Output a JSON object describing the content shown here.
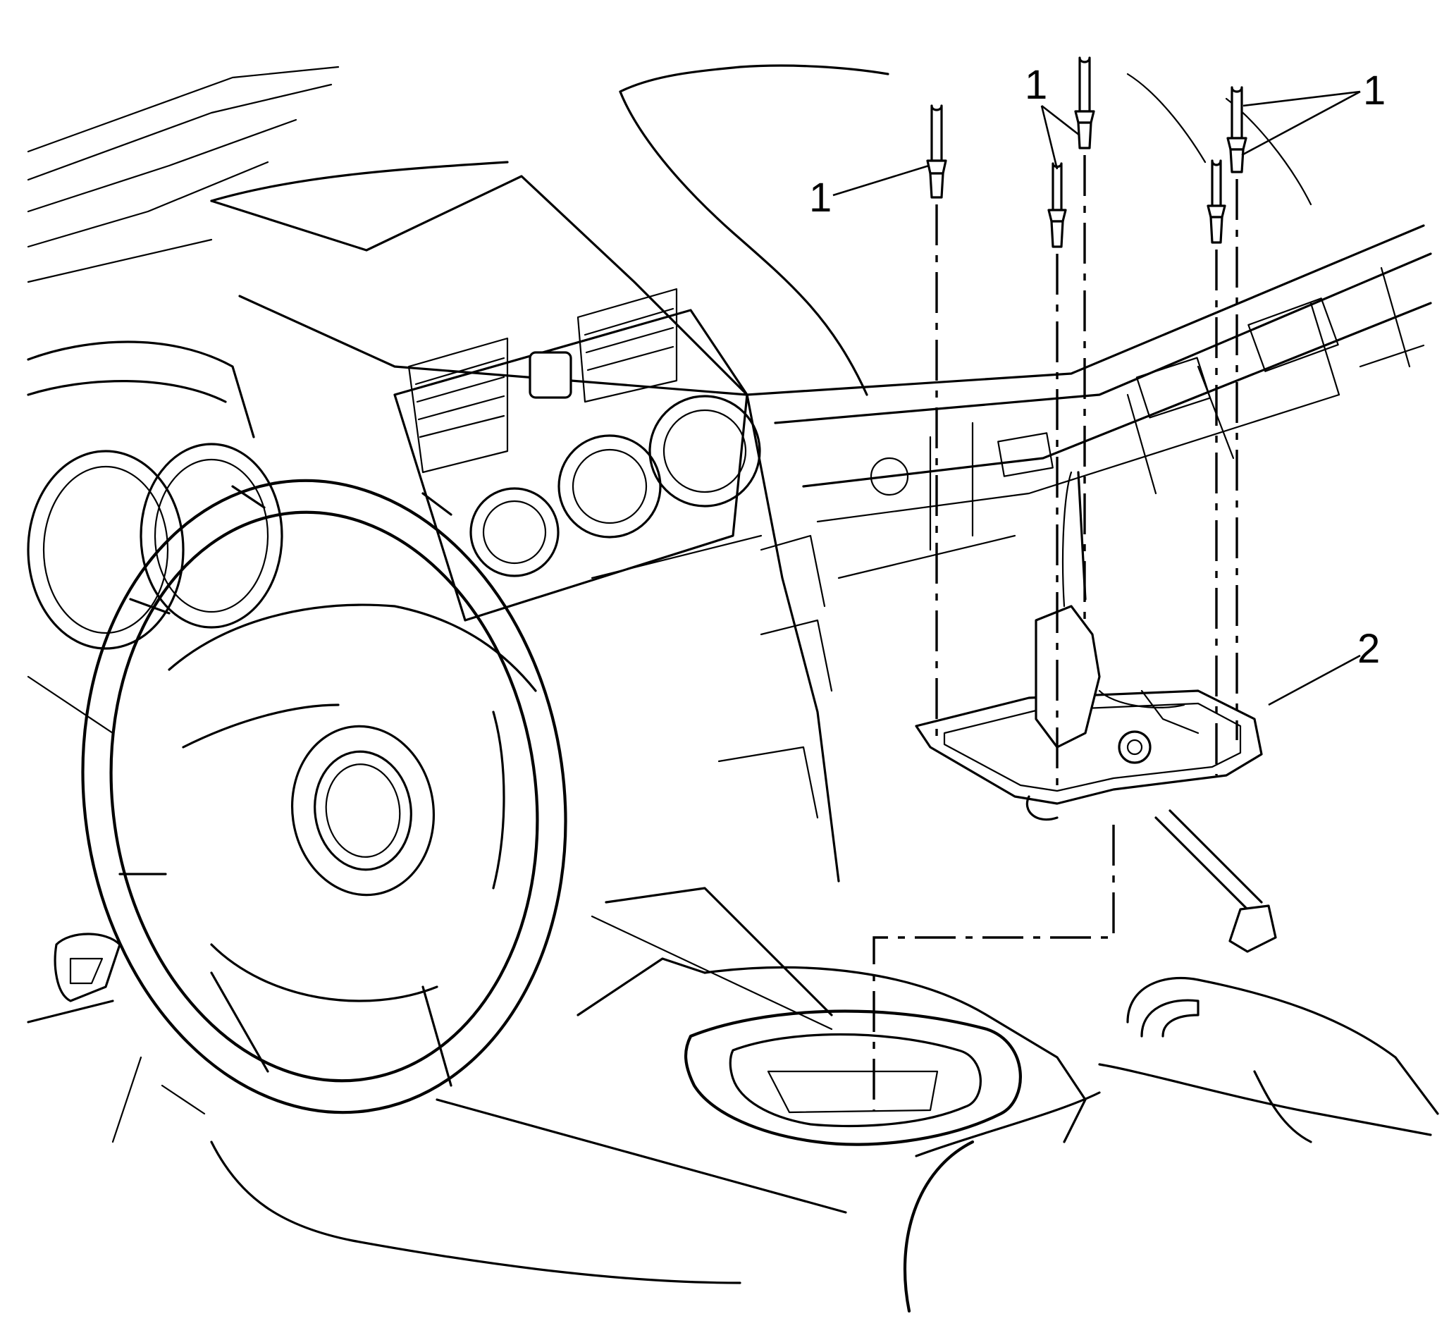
{
  "callouts": {
    "fastener_left": "1",
    "fastener_center": "1",
    "fastener_right": "1",
    "shifter_assembly": "2"
  }
}
